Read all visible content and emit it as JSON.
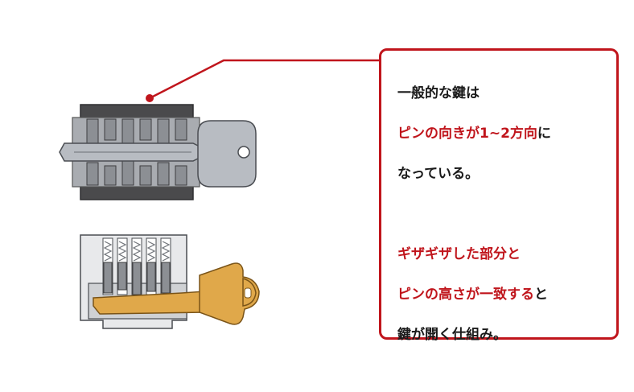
{
  "colors": {
    "accent": "#c0151c",
    "key_silver": "#b8bcc2",
    "key_gold": "#e0a84a",
    "cylinder_dark": "#4a4a4c",
    "pin_gray": "#8c8f94"
  },
  "callout": {
    "line1": "一般的な鍵は",
    "line2_red": "ピンの向きが1~2方向",
    "line2_black": "に",
    "line3": "なっている。",
    "line4_red": "ギザギザした部分と",
    "line5_red": "ピンの高さが一致する",
    "line5_black": "と",
    "line6": "鍵が開く仕組み。"
  }
}
